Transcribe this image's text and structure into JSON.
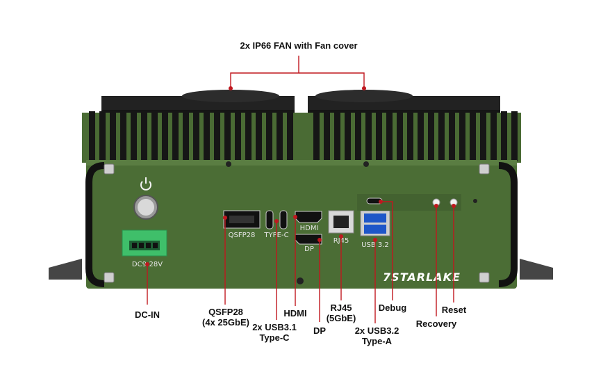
{
  "callouts": {
    "fan": "2x IP66 FAN with Fan cover",
    "dc_in": "DC-IN",
    "qsfp_l1": "QSFP28",
    "qsfp_l2": "(4x 25GbE)",
    "usbc_l1": "2x USB3.1",
    "usbc_l2": "Type-C",
    "hdmi": "HDMI",
    "dp": "DP",
    "rj45_l1": "RJ45",
    "rj45_l2": "(5GbE)",
    "usba_l1": "2x USB3.2",
    "usba_l2": "Type-A",
    "debug": "Debug",
    "recovery": "Recovery",
    "reset": "Reset"
  },
  "panel_labels": {
    "dc": "DC9-28V",
    "qsfp": "QSFP28",
    "typec": "TYPE-C",
    "hdmi": "HDMI",
    "dp": "DP",
    "rj45": "RJ45",
    "usb": "USB 3.2",
    "brand": "7STARLAKE"
  },
  "colors": {
    "chassis": "#4a6b34",
    "chassis_dark": "#2f4a22",
    "heatsink": "#1a1a1a",
    "leader": "#c0181f",
    "terminal": "#3fbf6a"
  }
}
